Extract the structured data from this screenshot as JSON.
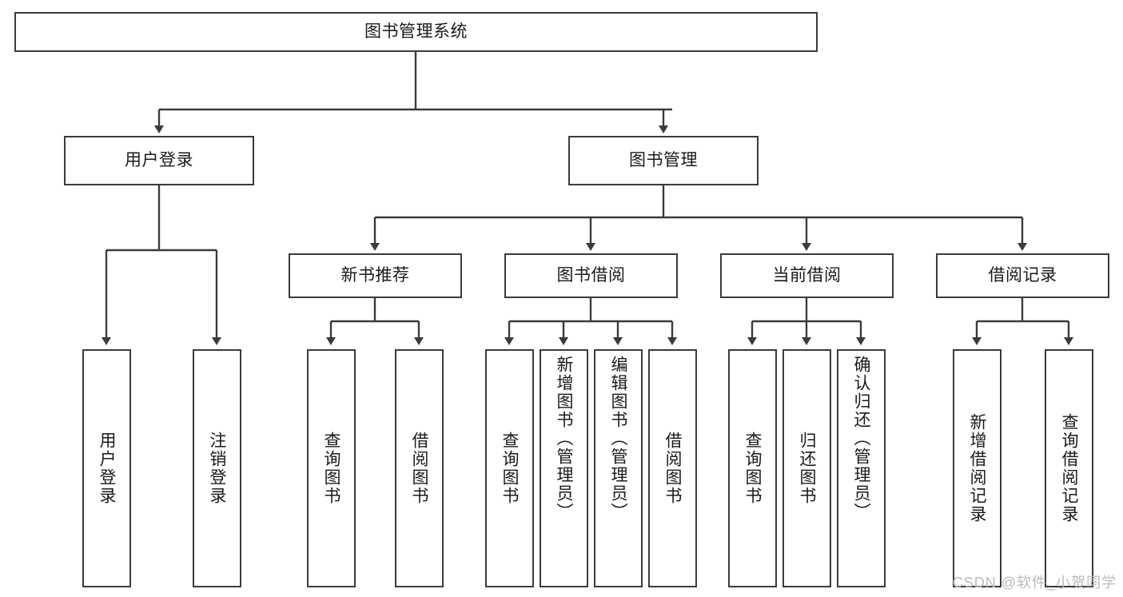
{
  "diagram": {
    "type": "tree-hierarchy-flowchart",
    "title": "图书管理系统",
    "style": {
      "background": "#ffffff",
      "box_fill": "#ffffff",
      "box_border": "#3b3b3b",
      "connector": "#3b3b3b",
      "text": "#1a1a1a",
      "watermark": "#b9b9b9"
    },
    "root": {
      "id": "root",
      "label": "图书管理系统",
      "orientation": "horizontal"
    },
    "level2": [
      {
        "id": "user-login",
        "label": "用户登录",
        "orientation": "horizontal"
      },
      {
        "id": "book-manage",
        "label": "图书管理",
        "orientation": "horizontal"
      }
    ],
    "level3": [
      {
        "id": "new-book-recommend",
        "label": "新书推荐",
        "orientation": "horizontal",
        "parent": "book-manage"
      },
      {
        "id": "book-borrow",
        "label": "图书借阅",
        "orientation": "horizontal",
        "parent": "book-manage"
      },
      {
        "id": "current-borrow",
        "label": "当前借阅",
        "orientation": "horizontal",
        "parent": "book-manage"
      },
      {
        "id": "borrow-record",
        "label": "借阅记录",
        "orientation": "horizontal",
        "parent": "book-manage"
      }
    ],
    "leaves": {
      "user_login": [
        {
          "id": "leaf-user-login",
          "label": "用户登录",
          "orientation": "vertical"
        },
        {
          "id": "leaf-logout-login",
          "label": "注销登录",
          "orientation": "vertical"
        }
      ],
      "new_book_recommend": [
        {
          "id": "leaf-query-book-1",
          "label": "查询图书",
          "orientation": "vertical"
        },
        {
          "id": "leaf-borrow-book-1",
          "label": "借阅图书",
          "orientation": "vertical"
        }
      ],
      "book_borrow": [
        {
          "id": "leaf-query-book-2",
          "label": "查询图书",
          "orientation": "vertical"
        },
        {
          "id": "leaf-add-book",
          "label": "新增图书（管理员）",
          "orientation": "vertical"
        },
        {
          "id": "leaf-edit-book",
          "label": "编辑图书（管理员）",
          "orientation": "vertical"
        },
        {
          "id": "leaf-borrow-book-2",
          "label": "借阅图书",
          "orientation": "vertical"
        }
      ],
      "current_borrow": [
        {
          "id": "leaf-query-book-3",
          "label": "查询图书",
          "orientation": "vertical"
        },
        {
          "id": "leaf-return-book",
          "label": "归还图书",
          "orientation": "vertical"
        },
        {
          "id": "leaf-confirm-return",
          "label": "确认归还（管理员）",
          "orientation": "vertical"
        }
      ],
      "borrow_record": [
        {
          "id": "leaf-add-borrow-record",
          "label": "新增借阅记录",
          "orientation": "vertical"
        },
        {
          "id": "leaf-query-borrow-record",
          "label": "查询借阅记录",
          "orientation": "vertical"
        }
      ]
    }
  },
  "watermark": {
    "text": "CSDN @软件_小贺同学"
  }
}
